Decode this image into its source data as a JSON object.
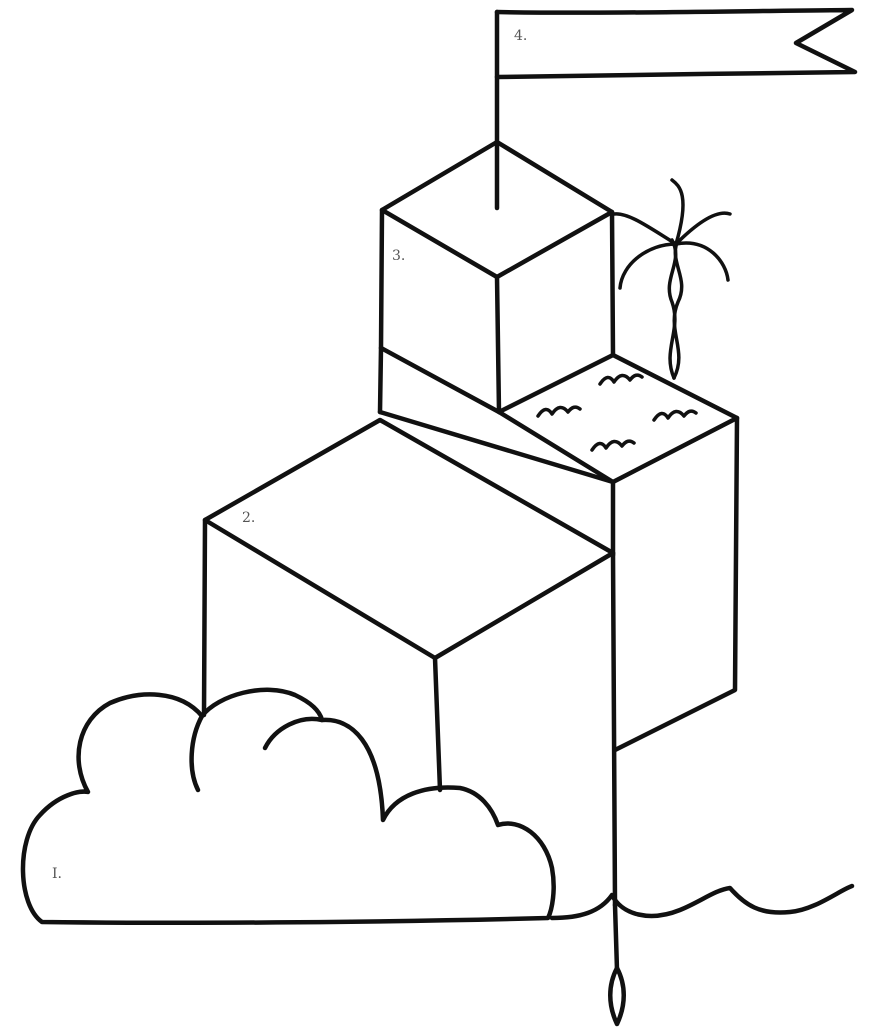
{
  "labels": {
    "step_1": "I.",
    "step_2": "2.",
    "step_3": "3.",
    "step_4": "4."
  },
  "colors": {
    "ink": "#111111",
    "label": "#555555",
    "background": "#ffffff"
  }
}
